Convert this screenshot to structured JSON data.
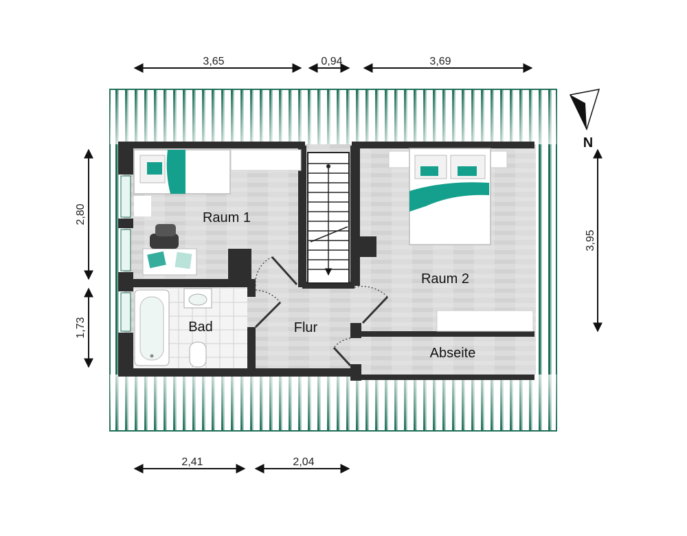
{
  "rooms": {
    "raum1": "Raum 1",
    "raum2": "Raum 2",
    "bad": "Bad",
    "flur": "Flur",
    "abseite": "Abseite"
  },
  "dimensions": {
    "top_left": "3,65",
    "top_middle": "0,94",
    "top_right": "3,69",
    "left_upper": "2,80",
    "left_lower": "1,73",
    "right": "3,95",
    "bottom_left": "2,41",
    "bottom_middle": "2,04"
  },
  "compass": {
    "label": "N"
  },
  "colors": {
    "wall": "#2e2e2e",
    "floor": "#d9d9d9",
    "accent": "#14a08c",
    "roof": "#1f6e58"
  }
}
